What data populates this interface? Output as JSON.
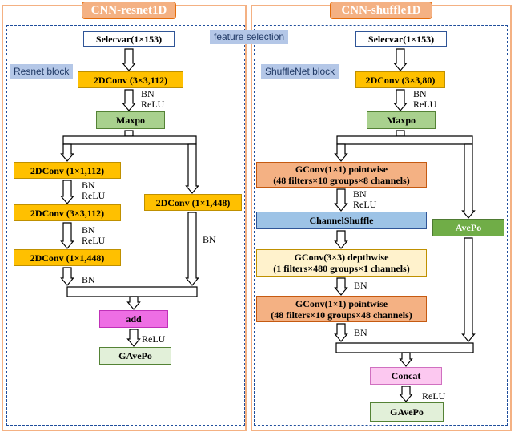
{
  "left": {
    "title": "CNN-resnet1D",
    "input": "Selecvar(1×153)",
    "block_label": "Resnet block",
    "conv_main": "2DConv (3×3,112)",
    "labels": {
      "bn_a": "BN",
      "relu_a": "ReLU",
      "bn_b": "BN",
      "relu_b": "ReLU",
      "bn_c": "BN",
      "relu_c": "ReLU",
      "bn_shortcut": "BN",
      "bn_d": "BN",
      "relu_out": "ReLU"
    },
    "pool": "Maxpo",
    "branch1": [
      "2DConv (1×1,112)",
      "2DConv (3×3,112)",
      "2DConv (1×1,448)"
    ],
    "shortcut": "2DConv (1×1,448)",
    "merge": "add",
    "output": "GAvePo"
  },
  "right": {
    "title": "CNN-shuffle1D",
    "input": "Selecvar(1×153)",
    "block_label": "ShuffleNet block",
    "conv_main": "2DConv (3×3,80)",
    "labels": {
      "bn_a": "BN",
      "relu_a": "ReLU",
      "bn_b": "BN",
      "relu_b": "ReLU",
      "bn_c": "BN",
      "bn_d": "BN",
      "relu_out": "ReLU"
    },
    "pool": "Maxpo",
    "gconv1": "GConv(1×1)  pointwise\n(48 filters×10 groups×8 channels)",
    "shuffle": "ChannelShuffle",
    "gconv2": "GConv(3×3)  depthwise\n(1 filters×480 groups×1 channels)",
    "gconv3": "GConv(1×1)  pointwise\n(48 filters×10 groups×48 channels)",
    "avepo": "AvePo",
    "merge": "Concat",
    "output": "GAvePo"
  },
  "feature_selection_label": "feature selection"
}
